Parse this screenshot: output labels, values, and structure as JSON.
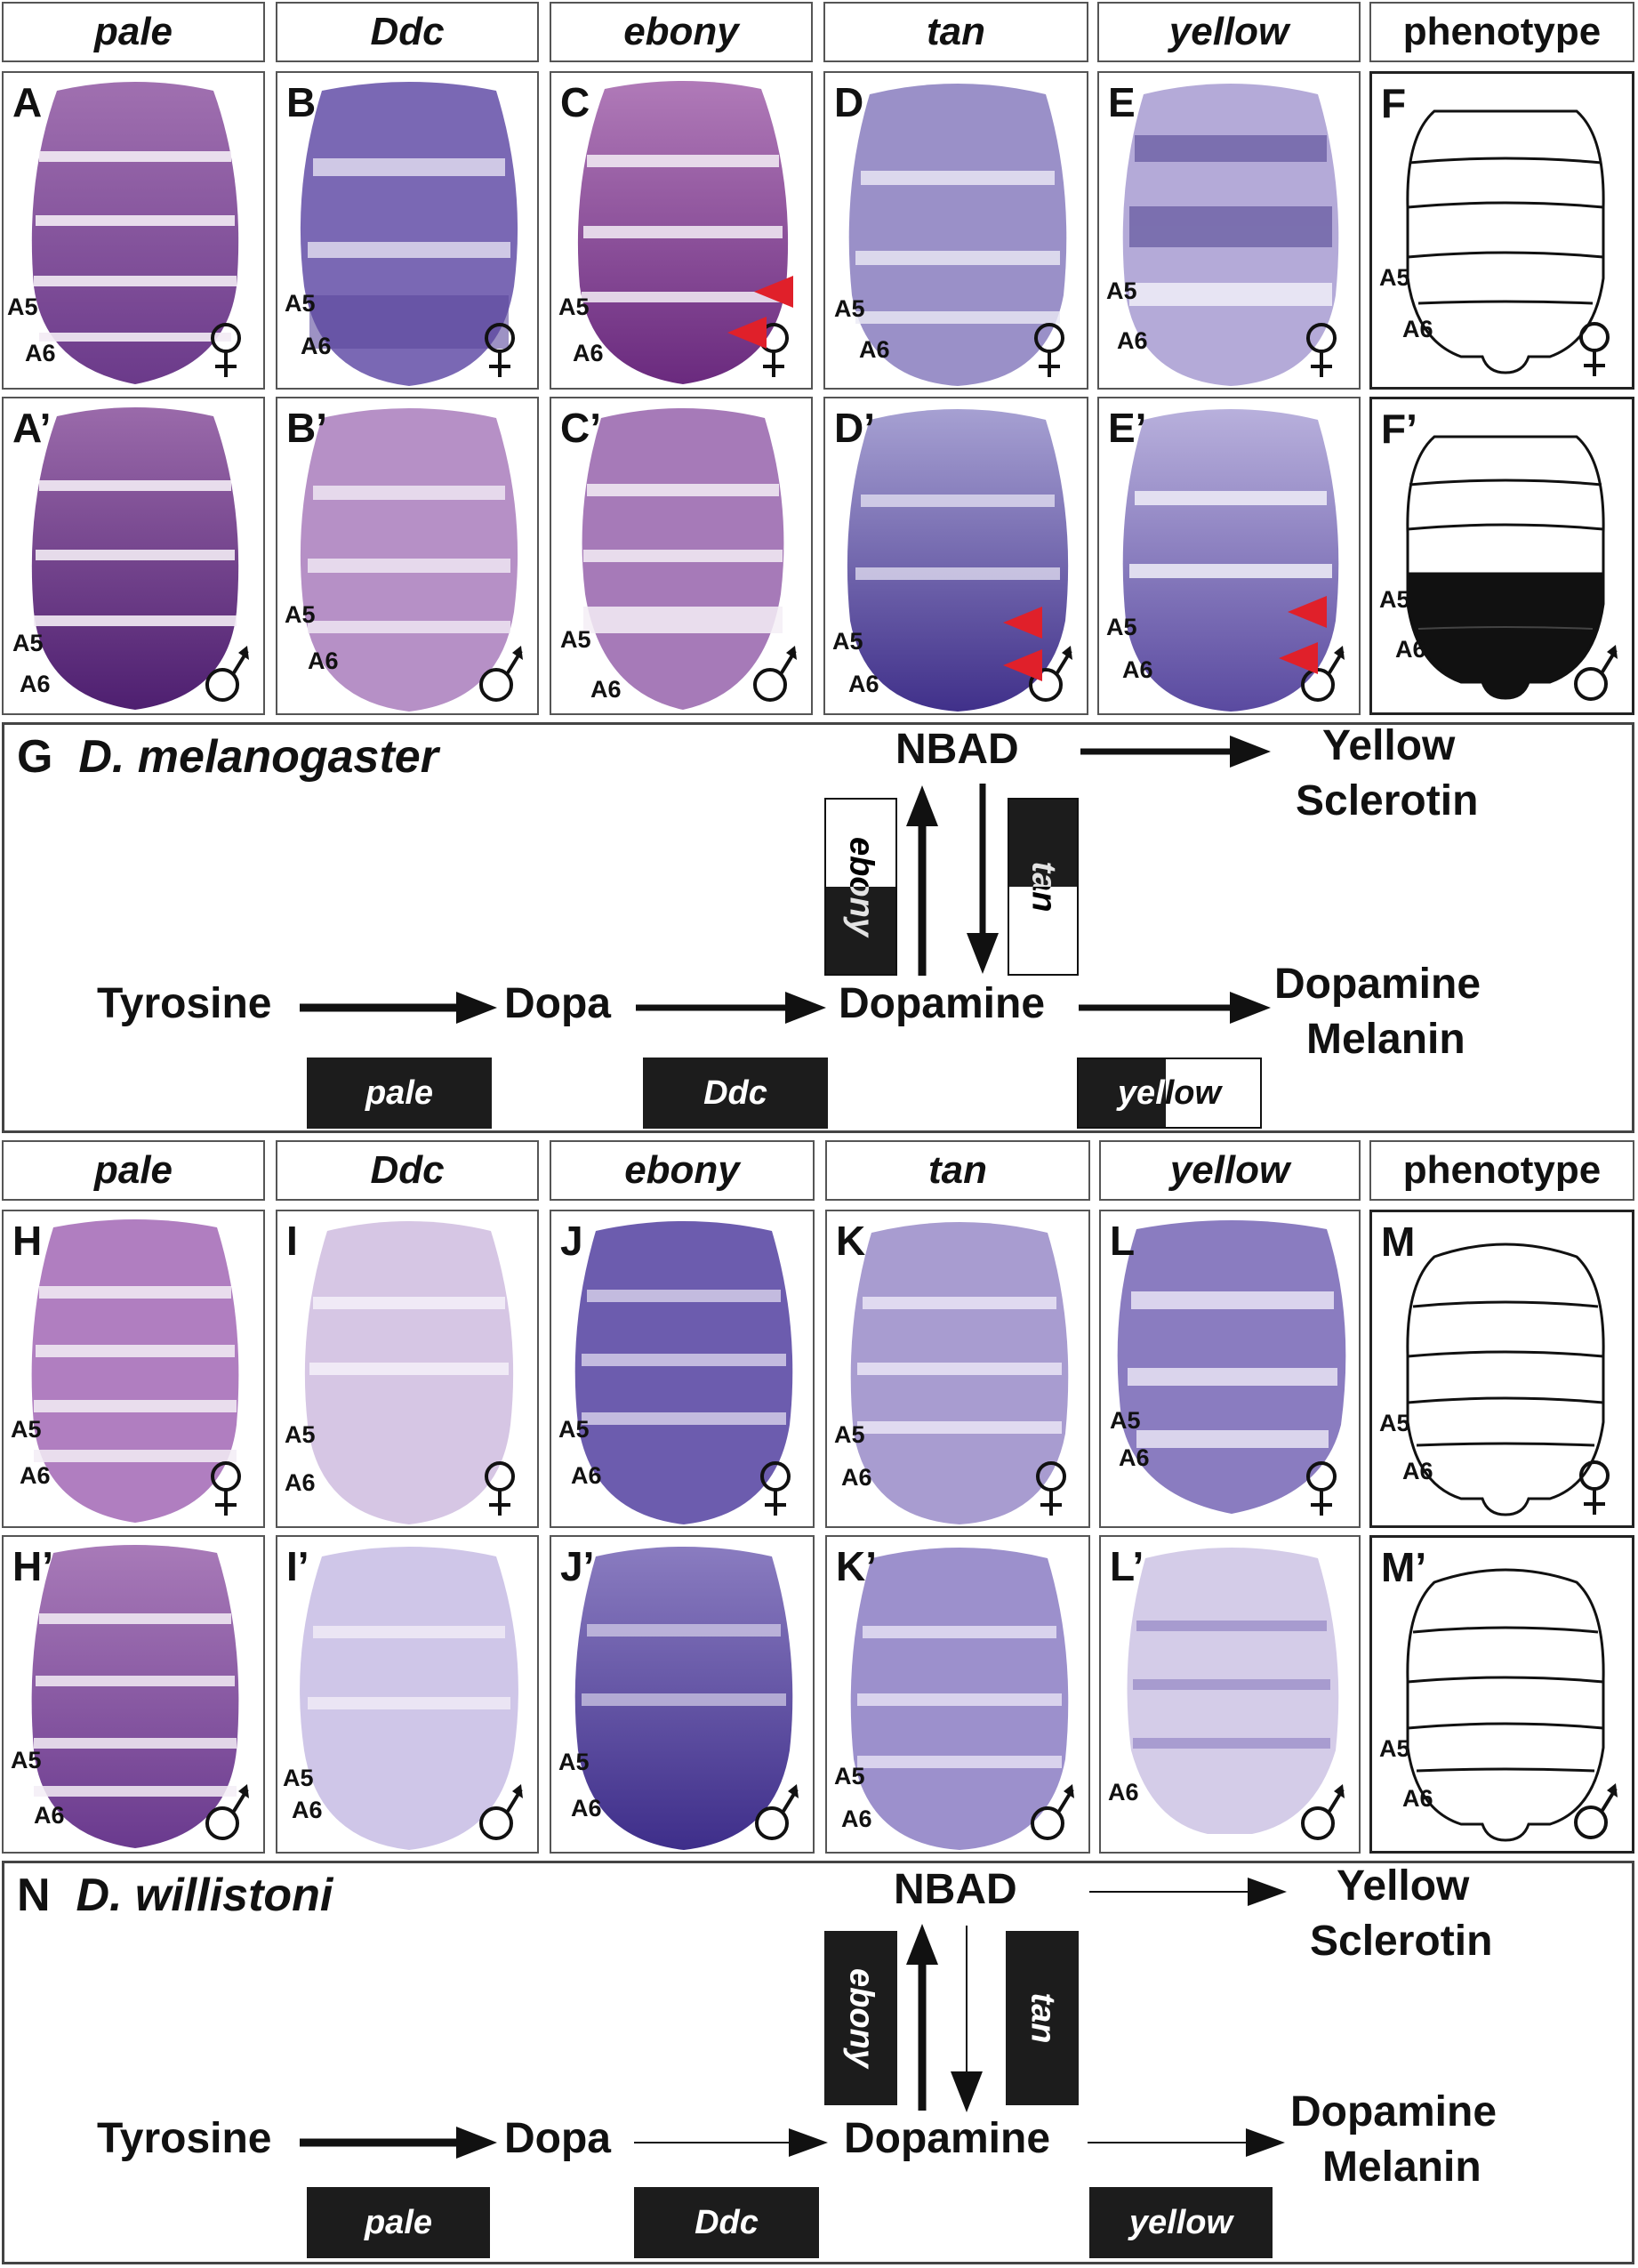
{
  "column_headers": [
    "pale",
    "Ddc",
    "ebony",
    "tan",
    "yellow",
    "phenotype"
  ],
  "column_headers_2": [
    "pale",
    "Ddc",
    "ebony",
    "tan",
    "yellow",
    "phenotype"
  ],
  "segments": {
    "a5": "A5",
    "a6": "A6"
  },
  "sex_symbols": {
    "female": "female-symbol",
    "male": "male-symbol"
  },
  "panels_row1": [
    "A",
    "B",
    "C",
    "D",
    "E",
    "F"
  ],
  "panels_row2": [
    "A’",
    "B’",
    "C’",
    "D’",
    "E’",
    "F’"
  ],
  "panels_row3": [
    "H",
    "I",
    "J",
    "K",
    "L",
    "M"
  ],
  "panels_row4": [
    "H’",
    "I’",
    "J’",
    "K’",
    "L’",
    "M’"
  ],
  "pathway_g": {
    "label": "G",
    "species": "D. melanogaster",
    "nodes": {
      "tyrosine": "Tyrosine",
      "dopa": "Dopa",
      "dopamine": "Dopamine",
      "nbad": "NBAD",
      "yellow_sclerotin_1": "Yellow",
      "yellow_sclerotin_2": "Sclerotin",
      "dopamine_melanin_1": "Dopamine",
      "dopamine_melanin_2": "Melanin"
    },
    "genes": {
      "pale": "pale",
      "ddc": "Ddc",
      "ebony": "ebony",
      "tan": "tan",
      "yellow_1": "yel",
      "yellow_2": "low"
    }
  },
  "pathway_n": {
    "label": "N",
    "species": "D. willistoni",
    "nodes": {
      "tyrosine": "Tyrosine",
      "dopa": "Dopa",
      "dopamine": "Dopamine",
      "nbad": "NBAD",
      "yellow_sclerotin_1": "Yellow",
      "yellow_sclerotin_2": "Sclerotin",
      "dopamine_melanin_1": "Dopamine",
      "dopamine_melanin_2": "Melanin"
    },
    "genes": {
      "pale": "pale",
      "ddc": "Ddc",
      "ebony": "ebony",
      "tan": "tan",
      "yellow": "yellow"
    }
  },
  "colors": {
    "stain_dark": "#4b2a7a",
    "stain_purple": "#7d4ea0",
    "stain_light": "#c8b6dc",
    "black": "#1c1c1c",
    "arrow_red": "#e0202a"
  }
}
